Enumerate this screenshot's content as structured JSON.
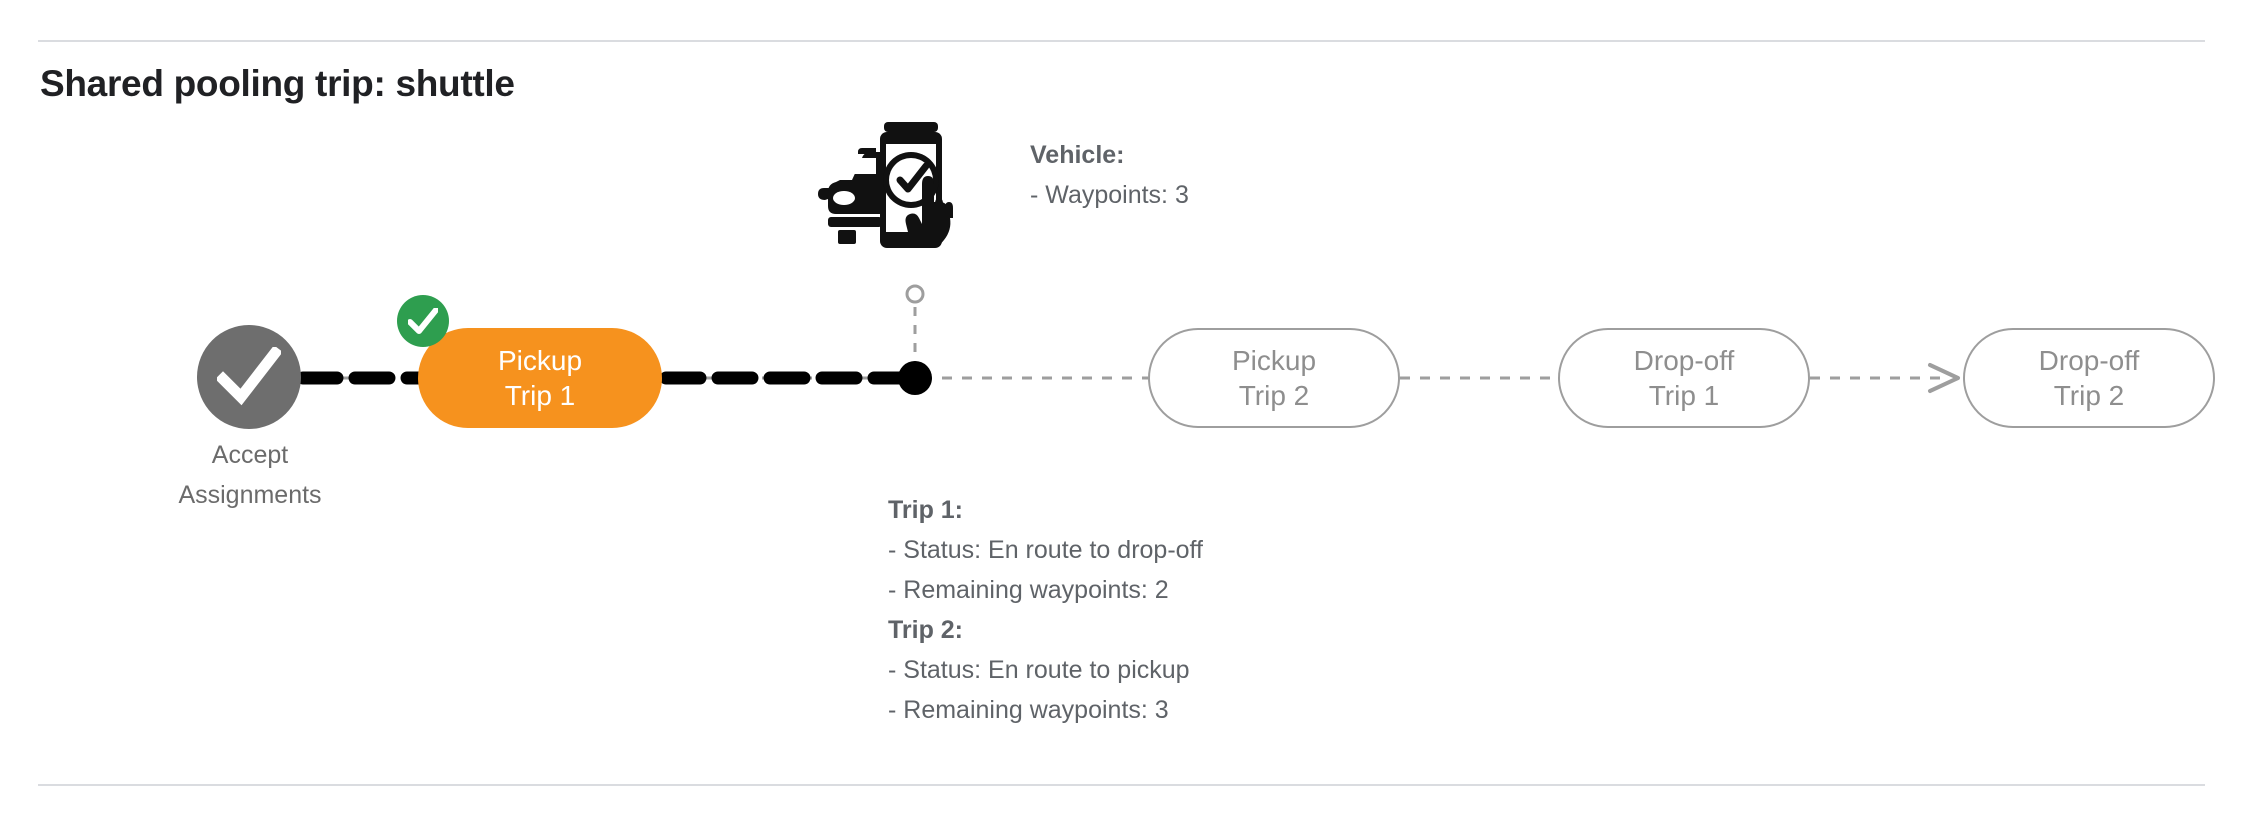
{
  "page": {
    "title": "Shared pooling trip: shuttle",
    "colors": {
      "active_pill": "#F6921E",
      "completed_badge": "#2E9E4F",
      "node_circle": "#6e6e6e",
      "pending_outline": "#9e9e9e",
      "text_gray": "#5f6368",
      "rule": "#dadce0",
      "current_position_dot": "#000000"
    }
  },
  "flow": {
    "start_node": {
      "icon": "check-circle-icon",
      "label_line1": "Accept",
      "label_line2": "Assignments",
      "state": "completed"
    },
    "steps": [
      {
        "id": "pickup-trip1",
        "line1": "Pickup",
        "line2": "Trip 1",
        "state": "completed",
        "badge": "check-badge"
      },
      {
        "id": "pickup-trip2",
        "line1": "Pickup",
        "line2": "Trip 2",
        "state": "pending"
      },
      {
        "id": "dropoff-trip1",
        "line1": "Drop-off",
        "line2": "Trip 1",
        "state": "pending"
      },
      {
        "id": "dropoff-trip2",
        "line1": "Drop-off",
        "line2": "Trip 2",
        "state": "pending"
      }
    ]
  },
  "vehicle": {
    "icon": "car-phone-check-icon",
    "heading": "Vehicle:",
    "details": [
      "- Waypoints: 3"
    ]
  },
  "trips": [
    {
      "heading": "Trip 1:",
      "details": [
        "- Status:  En route to drop-off",
        "- Remaining waypoints: 2"
      ]
    },
    {
      "heading": "Trip 2:",
      "details": [
        "- Status:  En route to pickup",
        "- Remaining waypoints: 3"
      ]
    }
  ]
}
